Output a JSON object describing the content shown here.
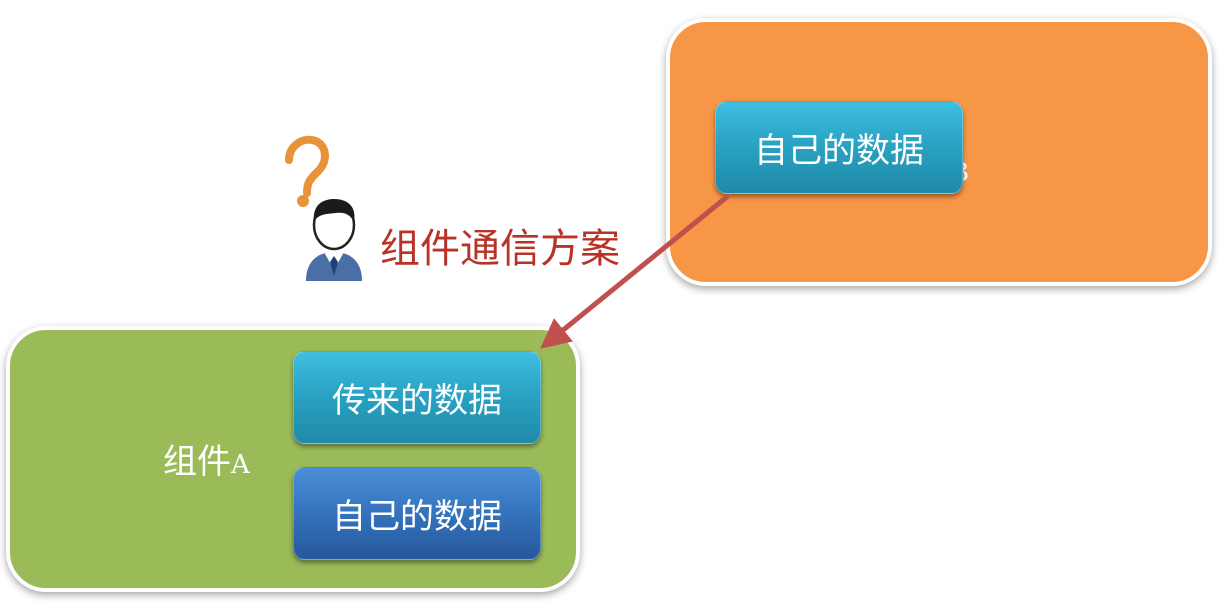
{
  "title": "组件通信方案",
  "component_b": {
    "label_suffix": "B",
    "own_data": "自己的数据"
  },
  "component_a": {
    "label": "组件",
    "label_suffix": "A",
    "received_data": "传来的数据",
    "own_data": "自己的数据"
  },
  "icons": {
    "question": "question-mark-icon",
    "person": "person-icon"
  },
  "colors": {
    "component_b": "#f79646",
    "component_a": "#9bbb59",
    "title": "#b83226",
    "arrow": "#c0504d",
    "question": "#e8923a",
    "box_teal": "#2aa3c4",
    "box_blue": "#3473be"
  }
}
